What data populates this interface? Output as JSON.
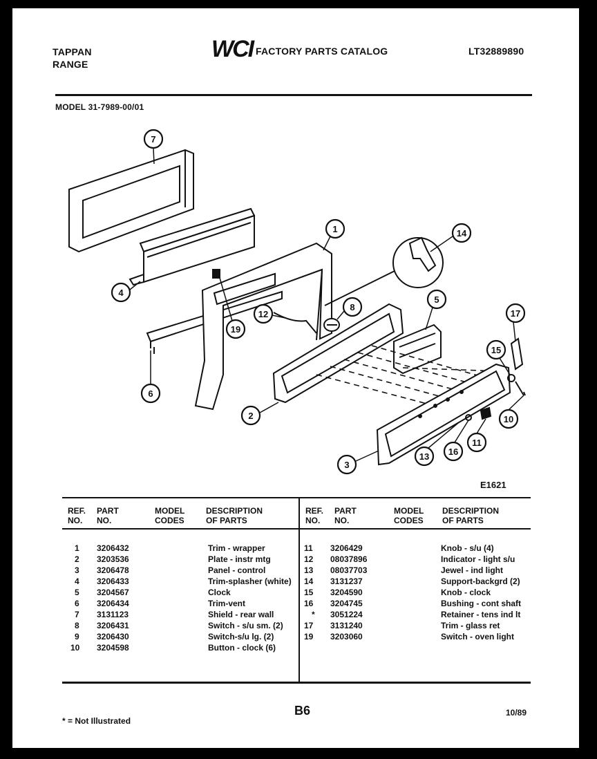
{
  "header": {
    "brand_line1": "TAPPAN",
    "brand_line2": "RANGE",
    "logo_text": "WCI",
    "catalog_title": "FACTORY PARTS CATALOG",
    "catalog_number": "LT32889890",
    "model": "MODEL 31-7989-00/01"
  },
  "diagram": {
    "figure_id": "E1621",
    "callouts": [
      "7",
      "4",
      "1",
      "14",
      "19",
      "12",
      "8",
      "5",
      "17",
      "15",
      "6",
      "2",
      "10",
      "11",
      "16",
      "13",
      "3"
    ]
  },
  "table": {
    "left_headers": {
      "ref": [
        "REF.",
        "NO."
      ],
      "part": [
        "PART",
        "NO."
      ],
      "model": [
        "MODEL",
        "CODES"
      ],
      "desc": [
        "DESCRIPTION",
        "OF PARTS"
      ]
    },
    "right_headers": {
      "ref": [
        "REF.",
        "NO."
      ],
      "part": [
        "PART",
        "NO."
      ],
      "model": [
        "MODEL",
        "CODES"
      ],
      "desc": [
        "DESCRIPTION",
        "OF PARTS"
      ]
    },
    "left_rows": [
      {
        "ref": "1",
        "part": "3206432",
        "desc": "Trim - wrapper"
      },
      {
        "ref": "2",
        "part": "3203536",
        "desc": "Plate - instr mtg"
      },
      {
        "ref": "3",
        "part": "3206478",
        "desc": "Panel - control"
      },
      {
        "ref": "4",
        "part": "3206433",
        "desc": "Trim-splasher (white)"
      },
      {
        "ref": "5",
        "part": "3204567",
        "desc": "Clock"
      },
      {
        "ref": "6",
        "part": "3206434",
        "desc": "Trim-vent"
      },
      {
        "ref": "7",
        "part": "3131123",
        "desc": "Shield - rear wall"
      },
      {
        "ref": "8",
        "part": "3206431",
        "desc": "Switch - s/u sm.  (2)"
      },
      {
        "ref": "9",
        "part": "3206430",
        "desc": "Switch-s/u lg. (2)"
      },
      {
        "ref": "10",
        "part": "3204598",
        "desc": "Button - clock (6)"
      }
    ],
    "right_rows": [
      {
        "ref": "11",
        "part": "3206429",
        "desc": "Knob - s/u (4)"
      },
      {
        "ref": "12",
        "part": "08037896",
        "desc": "Indicator - light s/u"
      },
      {
        "ref": "13",
        "part": "08037703",
        "desc": "Jewel - ind light"
      },
      {
        "ref": "14",
        "part": "3131237",
        "desc": "Support-backgrd (2)"
      },
      {
        "ref": "15",
        "part": "3204590",
        "desc": "Knob - clock"
      },
      {
        "ref": "16",
        "part": "3204745",
        "desc": "Bushing - cont shaft"
      },
      {
        "ref": "*",
        "part": "3051224",
        "desc": "Retainer - tens ind lt"
      },
      {
        "ref": "17",
        "part": "3131240",
        "desc": "Trim - glass ret"
      },
      {
        "ref": "19",
        "part": "3203060",
        "desc": "Switch - oven light"
      }
    ]
  },
  "footer": {
    "note": "* = Not Illustrated",
    "page_number": "B6",
    "date": "10/89"
  }
}
